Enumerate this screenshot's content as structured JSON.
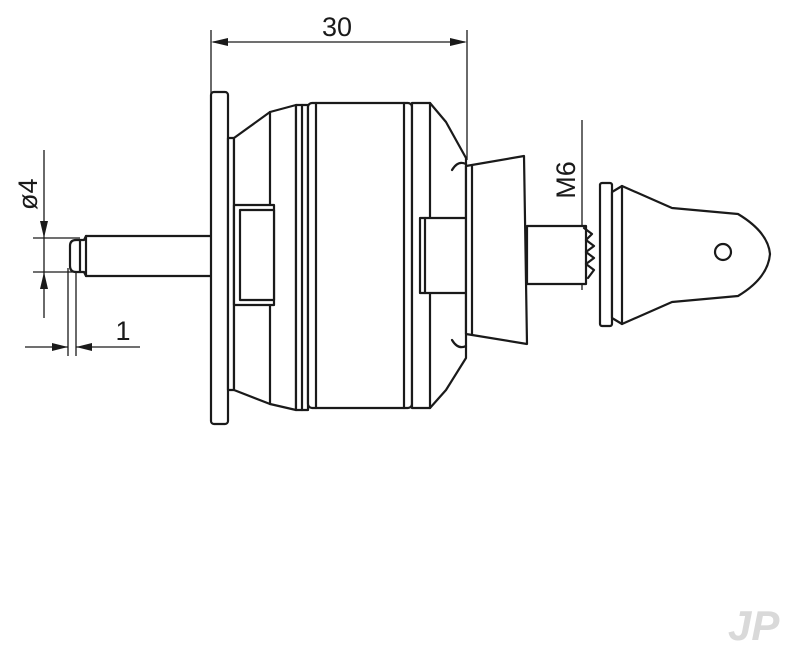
{
  "dimensions": {
    "overall_length": "30",
    "shaft_diameter": "ø4",
    "thread": "M6",
    "step": "1"
  },
  "watermark": {
    "text": "JP",
    "color": "#d9d9d9"
  },
  "colors": {
    "line": "#1a1a1a",
    "background": "#ffffff"
  }
}
